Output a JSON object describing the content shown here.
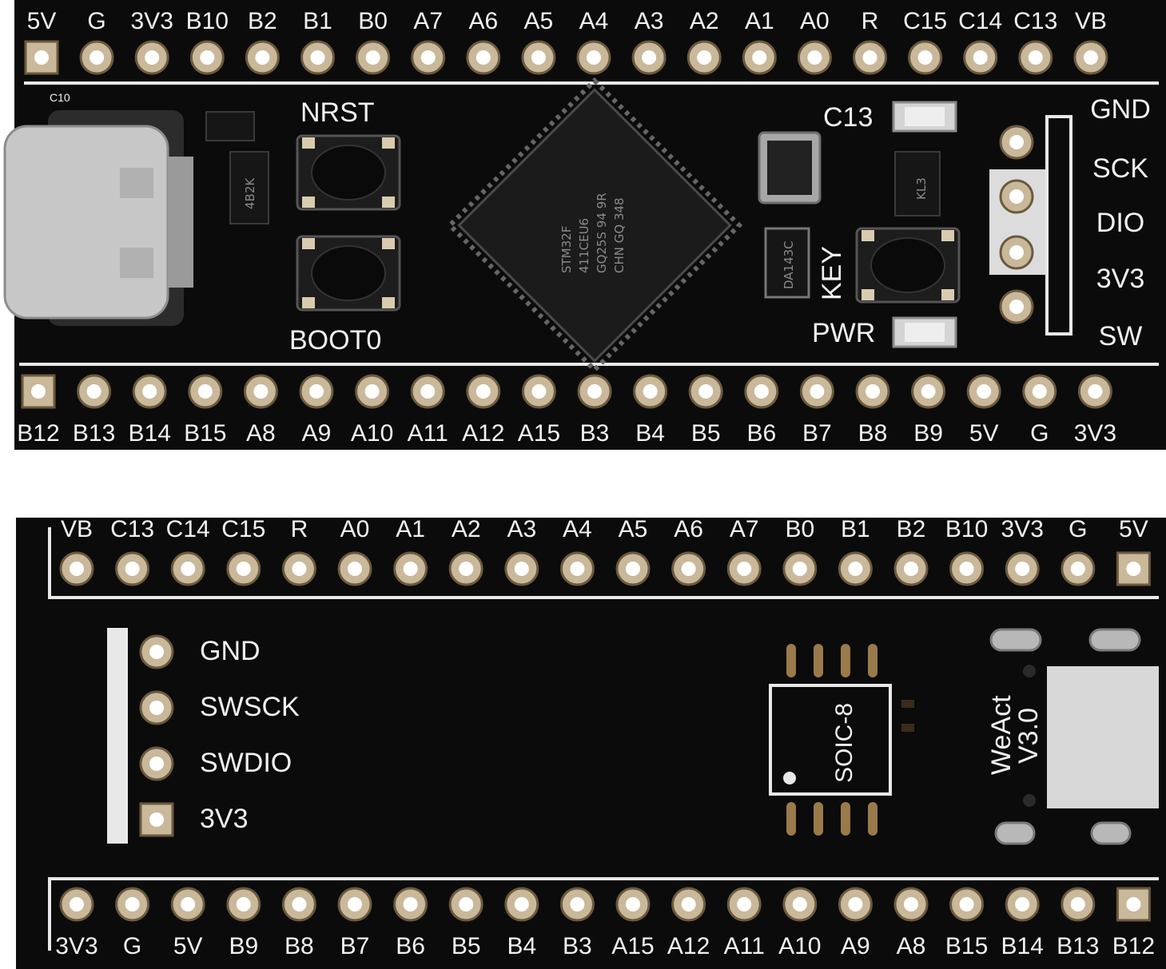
{
  "top_board": {
    "header_top_labels": [
      "5V",
      "G",
      "3V3",
      "B10",
      "B2",
      "B1",
      "B0",
      "A7",
      "A6",
      "A5",
      "A4",
      "A3",
      "A2",
      "A1",
      "A0",
      "R",
      "C15",
      "C14",
      "C13",
      "VB"
    ],
    "header_bottom_labels": [
      "B12",
      "B13",
      "B14",
      "B15",
      "A8",
      "A9",
      "A10",
      "A11",
      "A12",
      "A15",
      "B3",
      "B4",
      "B5",
      "B6",
      "B7",
      "B8",
      "B9",
      "5V",
      "G",
      "3V3"
    ],
    "cap_label": "C10",
    "nrst_label": "NRST",
    "boot_label": "BOOT0",
    "key_label": "KEY",
    "pwr_label": "PWR",
    "c13_label": "C13",
    "swd_labels": [
      "GND",
      "SCK",
      "DIO",
      "3V3",
      "SW"
    ],
    "mcu_lines": [
      "STM32F",
      "411CEU6",
      "GQ25S 94 9R",
      "CHN GQ 348"
    ],
    "regulator_text": "4B2K",
    "diode_text": "DA143C",
    "ldo_text": "KL3"
  },
  "bottom_board": {
    "header_top_labels": [
      "VB",
      "C13",
      "C14",
      "C15",
      "R",
      "A0",
      "A1",
      "A2",
      "A3",
      "A4",
      "A5",
      "A6",
      "A7",
      "B0",
      "B1",
      "B2",
      "B10",
      "3V3",
      "G",
      "5V"
    ],
    "header_bottom_labels": [
      "3V3",
      "G",
      "5V",
      "B9",
      "B8",
      "B7",
      "B6",
      "B5",
      "B4",
      "B3",
      "A15",
      "A12",
      "A11",
      "A10",
      "A9",
      "A8",
      "B15",
      "B14",
      "B13",
      "B12"
    ],
    "swd_labels": [
      "GND",
      "SWSCK",
      "SWDIO",
      "3V3"
    ],
    "soic_label": "SOIC-8",
    "brand_label": "WeAct",
    "version_label": "V3.0"
  }
}
